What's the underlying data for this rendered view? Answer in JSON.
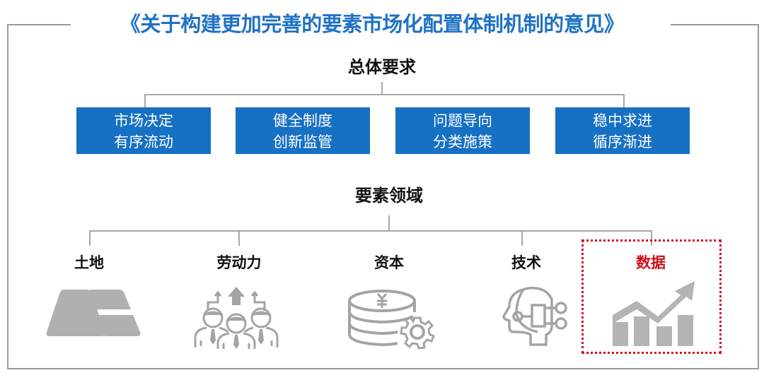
{
  "title": "《关于构建更加完善的要素市场化配置体制机制的意见》",
  "general_requirements": {
    "heading": "总体要求",
    "boxes": [
      {
        "line1": "市场决定",
        "line2": "有序流动"
      },
      {
        "line1": "健全制度",
        "line2": "创新监管"
      },
      {
        "line1": "问题导向",
        "line2": "分类施策"
      },
      {
        "line1": "稳中求进",
        "line2": "循序渐进"
      }
    ]
  },
  "factor_domains": {
    "heading": "要素领域",
    "items": [
      {
        "label": "土地",
        "icon": "land-parcels-icon",
        "highlighted": false
      },
      {
        "label": "劳动力",
        "icon": "workforce-people-icon",
        "highlighted": false
      },
      {
        "label": "资本",
        "icon": "coins-yuan-gear-icon",
        "highlighted": false
      },
      {
        "label": "技术",
        "icon": "ai-head-circuit-icon",
        "highlighted": false
      },
      {
        "label": "数据",
        "icon": "growth-bar-chart-icon",
        "highlighted": true
      }
    ]
  },
  "colors": {
    "title_blue": "#1f72c4",
    "box_blue": "#1670c3",
    "highlight_red": "#d0101b",
    "icon_gray": "#a9a9a9",
    "line_gray": "#a8a8a8"
  }
}
